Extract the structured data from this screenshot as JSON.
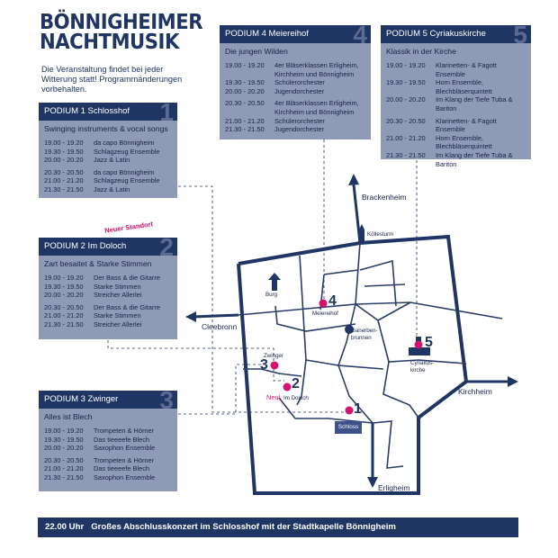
{
  "header": {
    "title_line1": "BÖNNIGHEIMER",
    "title_line2": "NACHTMUSIK",
    "subtitle": "Die Veranstaltung findet bei jeder Witterung statt! Programmänderungen vorbehalten."
  },
  "podium1": {
    "title": "PODIUM 1 Schlosshof",
    "number": "1",
    "theme": "Swinging instruments & vocal songs",
    "rows": [
      {
        "time": "19.00 -  19.20",
        "act": "da capo Bönnigheim"
      },
      {
        "time": "19.30 -  19.50",
        "act": "Schlagzeug Ensemble"
      },
      {
        "time": "20.00 -  20.20",
        "act": "Jazz & Latin"
      },
      {
        "time": "20.30 -  20.50",
        "act": "da capo Bönnigheim"
      },
      {
        "time": "21.00 -  21.20",
        "act": "Schlagzeug Ensemble"
      },
      {
        "time": "21.30 -  21.50",
        "act": "Jazz & Latin"
      }
    ]
  },
  "podium2": {
    "title": "PODIUM 2 Im Doloch",
    "number": "2",
    "theme": "Zart besaitet & Starke Stimmen",
    "new_location": "Neuer Standort",
    "rows": [
      {
        "time": "19.00 -  19.20",
        "act": "Der Bass & die Gitarre"
      },
      {
        "time": "19.30 -  19.50",
        "act": "Starke Stimmen"
      },
      {
        "time": "20.00 -  20.20",
        "act": "Streicher Allerlei"
      },
      {
        "time": "20.30 -  20.50",
        "act": "Der Bass & die Gitarre"
      },
      {
        "time": "21.00 -  21.20",
        "act": "Starke Stimmen"
      },
      {
        "time": "21.30 -  21.50",
        "act": "Streicher Allerlei"
      }
    ]
  },
  "podium3": {
    "title": "PODIUM 3 Zwinger",
    "number": "3",
    "theme": "Alles ist Blech",
    "rows": [
      {
        "time": "19.00 -  19.20",
        "act": "Trompeten & Hörner"
      },
      {
        "time": "19.30 -  19.50",
        "act": "Das tieeeefe Blech"
      },
      {
        "time": "20.00 -  20.20",
        "act": "Saxophon Ensemble"
      },
      {
        "time": "20.30 -  20.50",
        "act": "Trompeten & Hörner"
      },
      {
        "time": "21.00 -  21.20",
        "act": "Das tieeeefe Blech"
      },
      {
        "time": "21.30 -  21.50",
        "act": "Saxophon Ensemble"
      }
    ]
  },
  "podium4": {
    "title": "PODIUM 4 Meiereihof",
    "number": "4",
    "theme": "Die jungen Wilden",
    "rows": [
      {
        "time": "19.00 -  19.20",
        "act": "4er Bläserklassen Erligheim, Kirchheim und Bönnigheim"
      },
      {
        "time": "19.30 -  19.50",
        "act": "Schülerorchester"
      },
      {
        "time": "20.00 -  20.20",
        "act": "Jugendorchester"
      },
      {
        "time": "20.30 -  20.50",
        "act": "4er Bläserklassen Erligheim, Kirchheim und Bönnigheim"
      },
      {
        "time": "21.00 -  21.20",
        "act": "Schülerorchester"
      },
      {
        "time": "21.30 -  21.50",
        "act": "Jugendorchester"
      }
    ]
  },
  "podium5": {
    "title": "PODIUM 5 Cyriakuskirche",
    "number": "5",
    "theme": "Klassik in der Kirche",
    "rows": [
      {
        "time": "19.00 -  19.20",
        "act": "Klarinetten- & Fagott Ensemble"
      },
      {
        "time": "19.30 -  19.50",
        "act": "Horn Ensemble, Blechbläserquintett"
      },
      {
        "time": "20.00 -  20.20",
        "act": "Im Klang der Tiefe Tuba & Bariton"
      },
      {
        "time": "20.30 -  20.50",
        "act": "Klarinetten- & Fagott Ensemble"
      },
      {
        "time": "21.00 -  21.20",
        "act": "Horn Ensemble, Blechbläserquintett"
      },
      {
        "time": "21.30 -  21.50",
        "act": "Im Klang der Tiefe Tuba & Bariton"
      }
    ]
  },
  "map": {
    "brackenheim": "Brackenheim",
    "koellesturm": "Köllesturm",
    "burg": "Burg",
    "meiereihof": "Meiereihof",
    "ganerbenbrunnen_1": "Ganerben-",
    "ganerbenbrunnen_2": "brunnen",
    "cleebronn": "Cleebronn",
    "zwinger": "Zwinger",
    "im_doloch": "Im Doloch",
    "neu": "Neu!",
    "schloss": "Schloss",
    "cyriakuskirche_1": "Cyriakus-",
    "cyriakuskirche_2": "kirche",
    "kirchheim": "Kirchheim",
    "erligheim": "Erligheim",
    "num1": "1",
    "num2": "2",
    "num3": "3",
    "num4": "4",
    "num5": "5"
  },
  "footer": {
    "time": "22.00 Uhr",
    "text": "Großes Abschlusskonzert  im Schlosshof mit der Stadtkapelle Bönnigheim"
  },
  "colors": {
    "navy": "#1f3563",
    "panel": "#8f9ab6",
    "accent": "#d6126b"
  }
}
